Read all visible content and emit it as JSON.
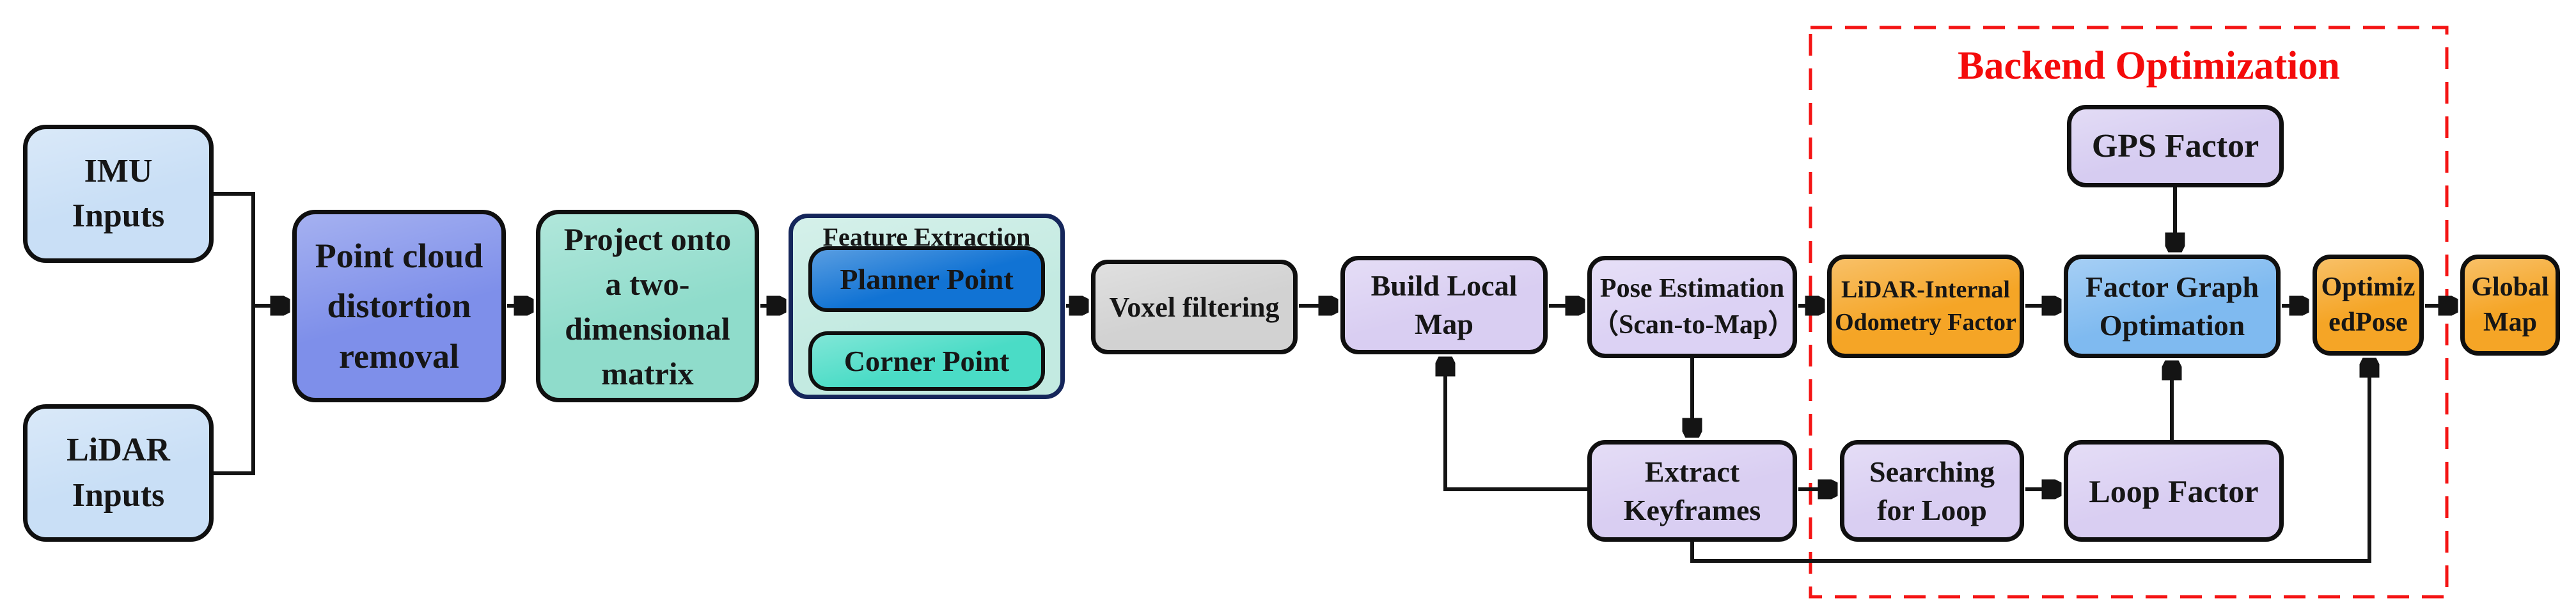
{
  "backend_title": "Backend Optimization",
  "nodes": {
    "imu": "IMU\nInputs",
    "lidar": "LiDAR\nInputs",
    "pointcloud": "Point cloud\ndistortion\nremoval",
    "project": "Project onto\na two-\ndimensional\nmatrix",
    "feature_title": "Feature Extraction",
    "planner": "Planner Point",
    "corner": "Corner Point",
    "voxel": "Voxel filtering",
    "build_map": "Build Local\nMap",
    "pose": "Pose Estimation\n（Scan-to-Map）",
    "lidar_odom": "LiDAR-Internal\nOdometry Factor",
    "factor_graph": "Factor Graph\nOptimation",
    "opt_pose": "Optimiz\nedPose",
    "global_map": "Global\nMap",
    "gps": "GPS Factor",
    "extract": "Extract\nKeyframes",
    "searching": "Searching\nfor Loop",
    "loop": "Loop Factor"
  },
  "colors": {
    "input_blue": "#C9DFF6",
    "distortion_indigo": "#7E8FEA",
    "project_teal": "#8FDCCB",
    "feature_bg": "#C3EAE1",
    "feature_border": "#15265B",
    "planner_blue": "#1173D4",
    "corner_turquoise": "#4ADCC6",
    "voxel_gray": "#D2D2D2",
    "lavender": "#D9CEF2",
    "orange": "#F5A526",
    "factor_graph_blue": "#7FBAF0",
    "backend_red": "#F40B0B",
    "dashed_red": "#F41414",
    "wire_black": "#141414"
  }
}
